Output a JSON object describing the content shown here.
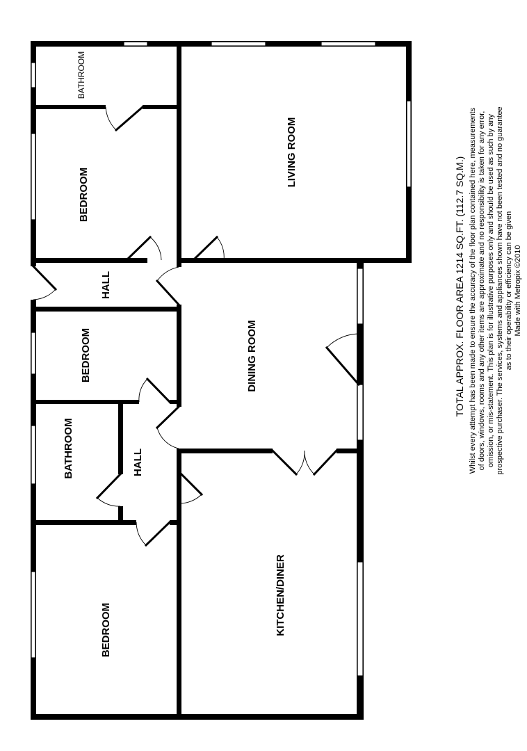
{
  "rooms": {
    "bathroom_top": "BATHROOM",
    "bedroom_top": "BEDROOM",
    "living_room": "LIVING ROOM",
    "hall_top": "HALL",
    "bedroom_middle": "BEDROOM",
    "dining_room": "DINING ROOM",
    "bathroom_middle": "BATHROOM",
    "hall_lower": "HALL",
    "bedroom_bottom": "BEDROOM",
    "kitchen_diner": "KITCHEN/DINER"
  },
  "notes": {
    "area": "TOTAL APPROX. FLOOR AREA 1214 SQ.FT. (112.7 SQ.M.)",
    "line1": "Whilst every attempt has been made to ensure the accuracy of the floor plan contained here, measurements",
    "line2": "of doors, windows, rooms and any other items are approximate and no responsibility is taken for any error,",
    "line3": "omission, or mis-statement. This plan is for illustrative purposes only and should be used as such by any",
    "line4": "prospective purchaser. The services, systems and appliances shown have not been tested and no guarantee",
    "line5": "as to their operability or efficiency can be given",
    "line6": "Made with Metropix ©2010"
  }
}
